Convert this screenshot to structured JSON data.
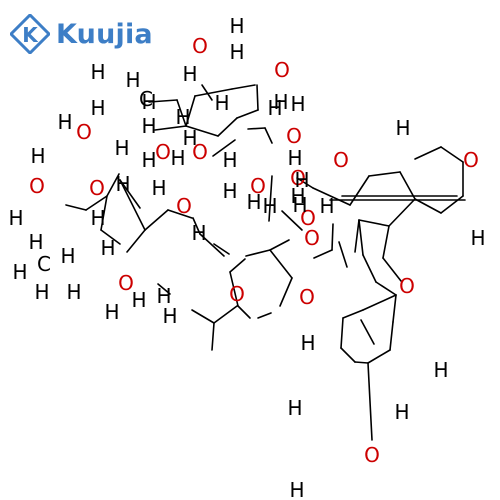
{
  "brand": {
    "name": "Kuujia",
    "logo_letter": "K",
    "color": "#3d7ec6"
  },
  "colors": {
    "oxygen": "#cc0000",
    "hydrogen": "#000000",
    "bond": "#000000"
  },
  "atoms": [
    {
      "label": "O"
    },
    {
      "label": "O"
    },
    {
      "label": "O"
    },
    {
      "label": "O"
    },
    {
      "label": "O"
    },
    {
      "label": "O"
    },
    {
      "label": "O"
    },
    {
      "label": "O"
    },
    {
      "label": "O"
    },
    {
      "label": "O"
    },
    {
      "label": "O"
    },
    {
      "label": "O"
    },
    {
      "label": "O"
    },
    {
      "label": "O"
    },
    {
      "label": "O"
    },
    {
      "label": "O"
    },
    {
      "label": "O"
    },
    {
      "label": "O"
    },
    {
      "label": "O"
    },
    {
      "label": "O"
    },
    {
      "label": "H"
    },
    {
      "label": "H"
    },
    {
      "label": "H"
    },
    {
      "label": "H"
    },
    {
      "label": "H"
    },
    {
      "label": "H"
    },
    {
      "label": "H"
    },
    {
      "label": "H"
    },
    {
      "label": "H"
    },
    {
      "label": "H"
    },
    {
      "label": "H"
    },
    {
      "label": "H"
    },
    {
      "label": "H"
    },
    {
      "label": "H"
    },
    {
      "label": "H"
    },
    {
      "label": "H"
    },
    {
      "label": "H"
    },
    {
      "label": "H"
    },
    {
      "label": "H"
    },
    {
      "label": "H"
    },
    {
      "label": "H"
    },
    {
      "label": "H"
    },
    {
      "label": "H"
    },
    {
      "label": "H"
    },
    {
      "label": "H"
    },
    {
      "label": "H"
    },
    {
      "label": "H"
    },
    {
      "label": "H"
    },
    {
      "label": "H"
    },
    {
      "label": "H"
    },
    {
      "label": "H"
    },
    {
      "label": "H"
    },
    {
      "label": "H"
    },
    {
      "label": "H"
    },
    {
      "label": "H"
    },
    {
      "label": "H"
    },
    {
      "label": "H"
    },
    {
      "label": "H"
    },
    {
      "label": "H"
    },
    {
      "label": "H"
    },
    {
      "label": "H"
    },
    {
      "label": "H"
    },
    {
      "label": "H"
    },
    {
      "label": "H"
    },
    {
      "label": "H"
    },
    {
      "label": "H"
    },
    {
      "label": "H"
    },
    {
      "label": "H"
    },
    {
      "label": "H"
    },
    {
      "label": "H"
    },
    {
      "label": "C"
    },
    {
      "label": "C"
    }
  ]
}
